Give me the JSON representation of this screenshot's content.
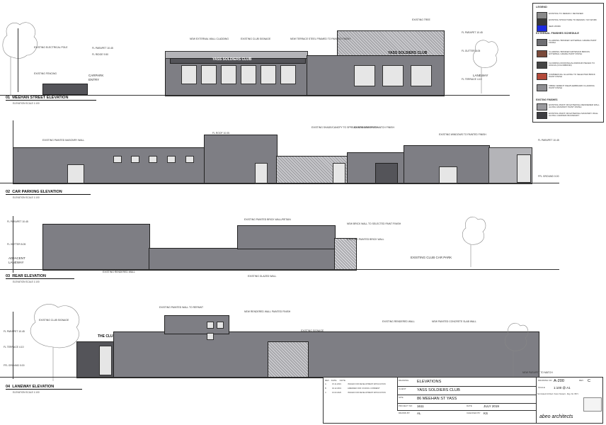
{
  "legend": {
    "title": "LEGEND",
    "items": [
      {
        "color": "#8a8a8a",
        "label": "EXISTING TO REMAIN / RETAINED"
      },
      {
        "color": "#3a3a3a",
        "label": "EXISTING STRUCTURE TO REMAIN / NO WORK"
      },
      {
        "color": "#1d2be0",
        "label": "NEW WORK"
      }
    ],
    "schedule_title": "EXTERNAL FINISHES SCHEDULE",
    "schedule": [
      {
        "color": "#6e6e72",
        "label": "CLADDING 'BONDEK' EXTERNAL GRADE PAINT FINISH"
      },
      {
        "color": "#7a4a3a",
        "label": "CLADDING 'BONDEK'/ARTESIAN BRICKS EXTERNAL GRADE PAINT FINISH"
      },
      {
        "color": "#444444",
        "label": "FLOORING ROOFING/ALUMINIUM PIECES TO FASCIA (COLORBOND)"
      },
      {
        "color": "#b44a3a",
        "label": "COMMERCIAL GLAZING TO SELECTED BRICK PAINT FINISH"
      },
      {
        "color": "#8e8e92",
        "label": "FIBRE CEMENT WEATHERBOARD CLADDING PAINT FINISH"
      }
    ],
    "existing_title": "EXISTING FINISHES",
    "existing": [
      {
        "color": "#9a9a9e",
        "label": "EXISTING PAINT OR EXTERNAL RENDERED WALL ALONG MASONRY PAINT FINISH"
      },
      {
        "color": "#3e3e42",
        "label": "EXISTING PAINT OR EXTERNAL MASONRY WALL ALONG CARPARK BOUNDARY"
      }
    ]
  },
  "elevations": [
    {
      "num": "01",
      "title": "MEEHAN STREET ELEVATION",
      "scale": "ELEVATION SCALE 1:100"
    },
    {
      "num": "02",
      "title": "CAR PARKING ELEVATION",
      "scale": "ELEVATION SCALE 1:100"
    },
    {
      "num": "03",
      "title": "REAR ELEVATION",
      "scale": "ELEVATION SCALE 1:100"
    },
    {
      "num": "04",
      "title": "LANEWAY ELEVATION",
      "scale": "ELEVATION SCALE 1:100"
    }
  ],
  "labels": {
    "carpark_entry": "CARPARK\nENTRY",
    "laneway": "LANEWAY",
    "yass_soldiers_club_1": "YASS SOLDIERS CLUB",
    "yass_soldiers_club_2": "YASS SOLDIERS CLUB",
    "adjacent_laneway": "ADJACENT\nLANEWAY",
    "existing_club_car_park": "EXISTING CLUB CAR PARK",
    "the_club": "THE CLUB",
    "existing_tree": "EXISTING TREE",
    "existing_electrical_pole": "EXISTING ELECTRICAL POLE",
    "existing_fencing": "EXISTING FENCING",
    "existing_club_signage": "EXISTING CLUB SIGNAGE",
    "new_external_wall_cladding": "NEW EXTERNAL WALL CLADDING",
    "existing_club_signage_2": "EXISTING CLUB SIGNAGE",
    "new_terrace_steel": "NEW TERRACE STEEL FRAMED TO PAINTED FINISH",
    "existing_painted_masonry_wall": "EXISTING PAINTED MASONRY WALL",
    "existing_shade_canopy": "EXISTING SHADE/CANOPY TO SPREAD INTO NEW FINISH",
    "existing_roof_to_finish": "EXISTING ROOF TO MATCH FINISH",
    "existing_windows_to_painted": "EXISTING WINDOWS TO PAINTED FINISH",
    "existing_painted_brick_wall": "EXISTING PAINTED BRICK WALL/RETAIN",
    "new_brick_wall": "NEW BRICK WALL TO SELECTED PAINT FINISH",
    "existing_painted_brick_wall_2": "EXISTING PAINTED BRICK WALL",
    "existing_rendered_wall": "EXISTING RENDERED WALL",
    "existing_glazed_wall": "EXISTING GLAZED WALL",
    "existing_painted_wall": "EXISTING PAINTED WALL TO REPAINT",
    "new_rendered_wall": "NEW RENDERED WALL PAINTED FINISH",
    "existing_signage_pole": "EXISTING SIGNAGE",
    "existing_rendered_wall_2": "EXISTING RENDERED WALL",
    "new_painted_fence": "NEW PAINTED CONCRETE SLAB WALL",
    "new_parapet_wall": "NEW PARAPET TO MATCH"
  },
  "levels": {
    "ffl_parapet": "FL PARAPET 10.45",
    "ffl_ridge": "FL RIDGE 9.50",
    "ffl_gutter": "FL GUTTER 8.05",
    "ffl_terrace": "FL TERRACE 4.10",
    "ffl_ground": "FFL GROUND 0.00",
    "ffl_roof": "FL ROOF 10.05"
  },
  "title_block": {
    "revisions": [
      {
        "rev": "A",
        "date": "15.11.2019",
        "note": "ISSUED FOR DEVELOPMENT APPLICATION"
      },
      {
        "rev": "B",
        "date": "02.12.2019",
        "note": "AMENDED FOR COUNCIL COMMENT"
      },
      {
        "rev": "C",
        "date": "10.03.2020",
        "note": "ISSUED FOR DEVELOPMENT APPLICATION"
      }
    ],
    "drawing_label": "DRAWING",
    "drawing": "ELEVATIONS",
    "client_label": "CLIENT",
    "client": "YASS SOLDIERS CLUB",
    "site_label": "SITE",
    "site": "86 MEEHAN ST YASS",
    "project_no_label": "PROJECT NO",
    "project_no": "1611",
    "date_label": "DATE",
    "date": "JULY 2019",
    "drawn_label": "DRAWN BY",
    "drawn": "AL",
    "checked_label": "CHECKED BY",
    "checked": "KS",
    "drawing_no_label": "DRAWING NO",
    "drawing_no": "A-200",
    "rev_label": "REV",
    "rev": "C",
    "scale_label": "SCALE",
    "scale": "1:100 @ A1",
    "firm": "abeo architects",
    "firm_address": "Nominated Architect: Karen Stewart - Reg. No. 8971"
  }
}
